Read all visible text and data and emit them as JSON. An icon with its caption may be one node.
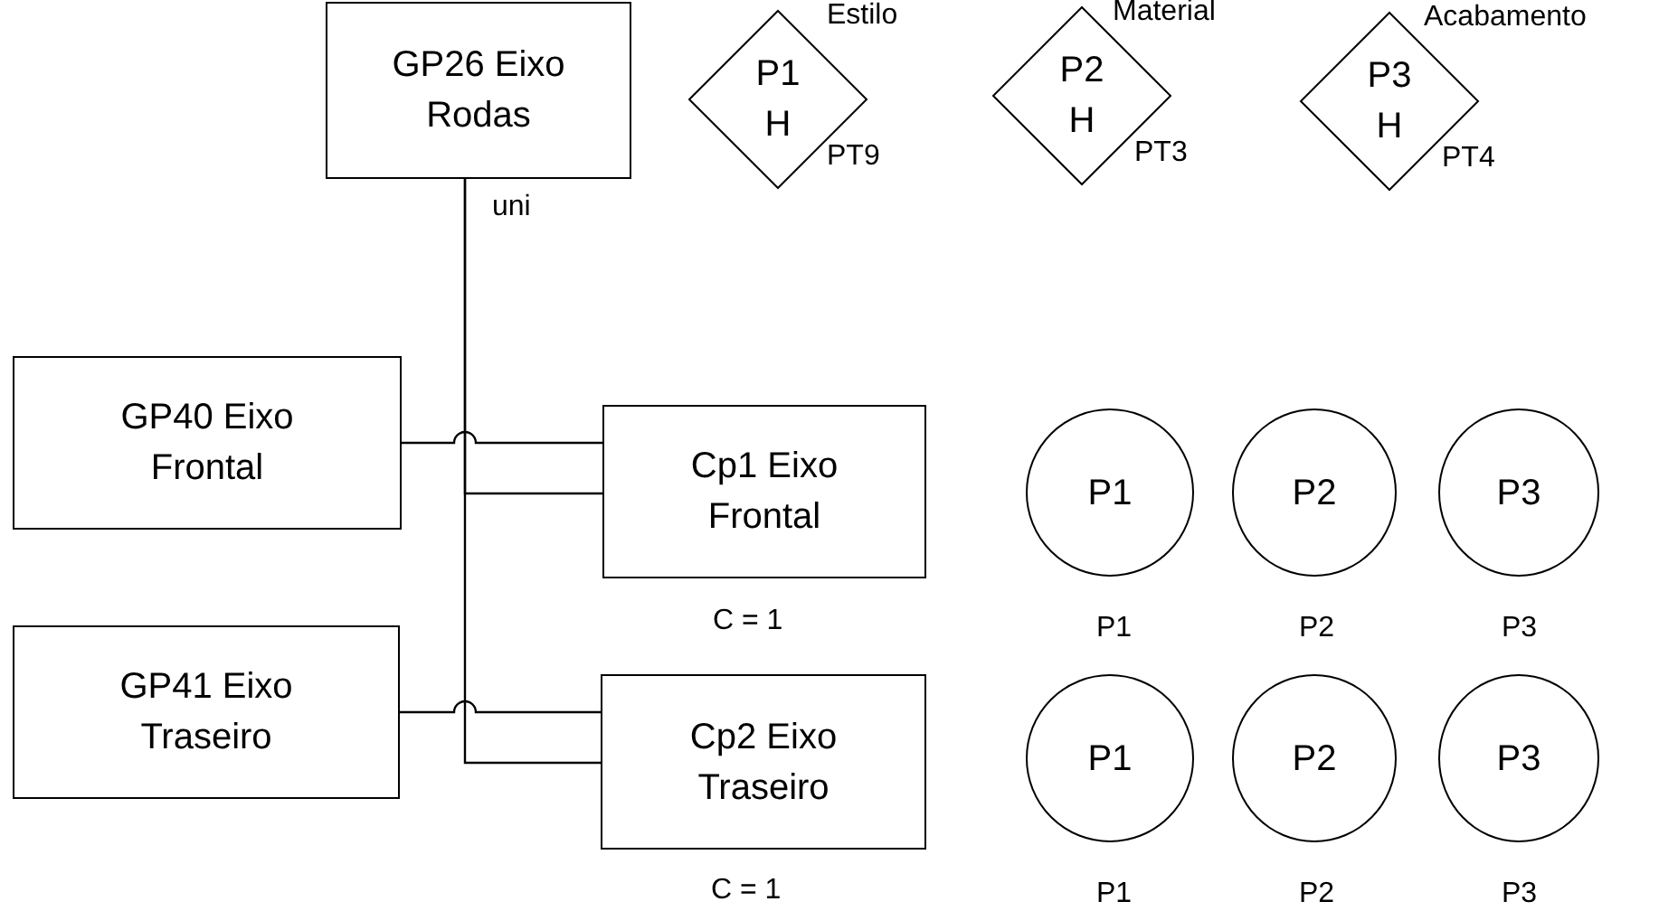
{
  "diagram": {
    "nodes": [
      {
        "text": [
          "GP26 Eixo Rodas"
        ]
      },
      {
        "text": [
          "P1 H"
        ],
        "beside": [
          "Estilo",
          "PT9"
        ]
      },
      {
        "text": [
          "P2 H"
        ],
        "beside": [
          "Material",
          "PT3"
        ]
      },
      {
        "text": [
          "P3 H"
        ],
        "beside": [
          "Acabamento",
          "PT4"
        ]
      },
      {
        "text": [
          "GP40 Eixo Frontal"
        ]
      },
      {
        "text": [
          "Cp1 Eixo Frontal"
        ],
        "beside": [
          "C = 1"
        ]
      },
      {
        "text": [
          "P1"
        ],
        "beside": [
          "P1"
        ]
      },
      {
        "text": [
          "P2"
        ],
        "beside": [
          "P2"
        ]
      },
      {
        "text": [
          "P3"
        ],
        "beside": [
          "P3"
        ]
      },
      {
        "text": [
          "GP41 Eixo Traseiro"
        ]
      },
      {
        "text": [
          "Cp2 Eixo Traseiro"
        ],
        "beside": [
          "C = 1"
        ]
      },
      {
        "text": [
          "P1"
        ],
        "beside": [
          "P1"
        ]
      },
      {
        "text": [
          "P2"
        ],
        "beside": [
          "P2"
        ]
      },
      {
        "text": [
          "P3"
        ],
        "beside": [
          "P3"
        ]
      }
    ],
    "edges": [
      {
        "from": 0,
        "to": 5,
        "arrow": "none",
        "label": "uni"
      },
      {
        "from": 0,
        "to": 10,
        "arrow": "none"
      },
      {
        "from": 4,
        "to": 5,
        "arrow": "none"
      },
      {
        "from": 9,
        "to": 10,
        "arrow": "none"
      }
    ]
  }
}
